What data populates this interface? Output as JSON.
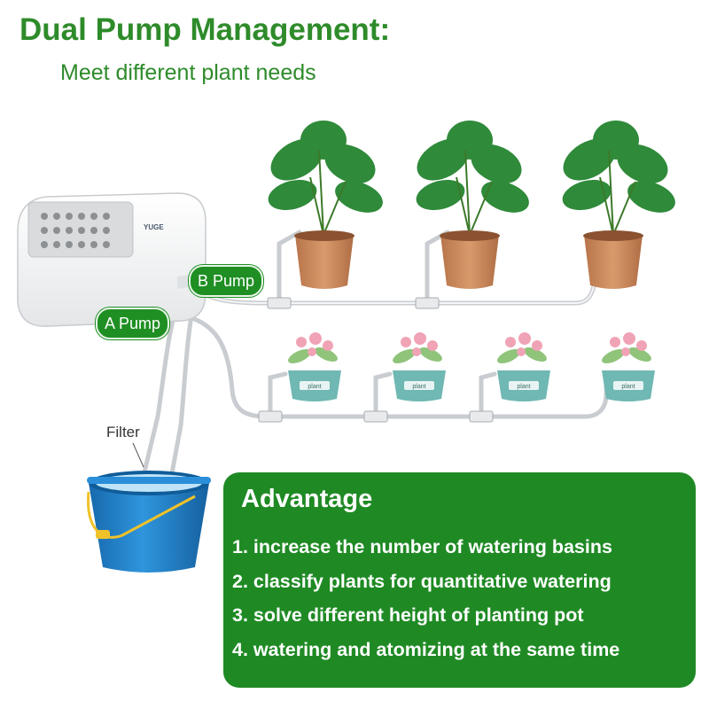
{
  "header": {
    "title": "Dual Pump Management:",
    "subtitle": "Meet different plant needs"
  },
  "device": {
    "brand": "YUGE",
    "pump_b_label": "B Pump",
    "pump_a_label": "A Pump",
    "filter_label": "Filter"
  },
  "plants": {
    "large_pot_count": 3,
    "small_pot_count": 4,
    "small_pot_tag": "plant"
  },
  "advantage": {
    "heading": "Advantage",
    "items": [
      "1. increase the number of watering basins",
      "2. classify plants for quantitative watering",
      "3. solve different height of planting pot",
      "4. watering and atomizing at the same time"
    ]
  },
  "colors": {
    "brand_green": "#2e8b2a",
    "panel_green": "#1f8a24",
    "bucket_blue": "#1b7cc4",
    "pot_terracotta": "#c98a5c",
    "succulent_pot_teal": "#6fb8b3"
  }
}
